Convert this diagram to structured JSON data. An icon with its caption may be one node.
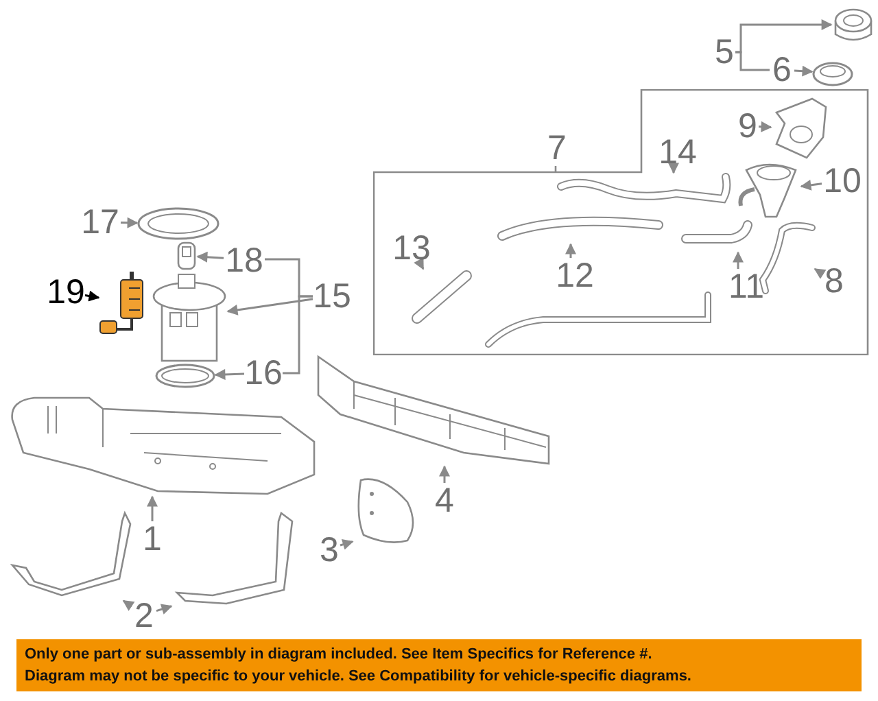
{
  "diagram": {
    "nodes": [
      {
        "text": [
          "17"
        ]
      },
      {
        "text": [],
        "shape": "picture"
      },
      {
        "text": [
          "18"
        ]
      },
      {
        "text": [],
        "shape": "picture"
      },
      {
        "text": [
          "19"
        ]
      },
      {
        "text": [],
        "shape": "picture"
      },
      {
        "text": [
          "15"
        ]
      },
      {
        "text": [],
        "shape": "picture"
      },
      {
        "text": [
          "16"
        ]
      },
      {
        "text": [],
        "shape": "picture"
      },
      {
        "text": [
          "5"
        ]
      },
      {
        "text": [],
        "shape": "picture"
      },
      {
        "text": [
          "6"
        ]
      },
      {
        "text": [],
        "shape": "picture"
      },
      {
        "text": [
          "7"
        ]
      },
      {
        "text": [
          "9"
        ],
        "in": 14
      },
      {
        "text": [],
        "shape": "picture",
        "in": 14
      },
      {
        "text": [
          "10"
        ],
        "in": 14
      },
      {
        "text": [],
        "shape": "picture",
        "in": 14
      },
      {
        "text": [
          "14"
        ],
        "in": 14
      },
      {
        "text": [],
        "shape": "picture",
        "in": 14
      },
      {
        "text": [
          "13"
        ],
        "in": 14
      },
      {
        "text": [],
        "shape": "picture",
        "in": 14
      },
      {
        "text": [
          "12"
        ],
        "in": 14
      },
      {
        "text": [],
        "shape": "picture",
        "in": 14
      },
      {
        "text": [
          "11"
        ],
        "in": 14
      },
      {
        "text": [],
        "shape": "picture",
        "in": 14
      },
      {
        "text": [
          "8"
        ],
        "in": 14
      },
      {
        "text": [],
        "shape": "picture",
        "in": 14
      },
      {
        "text": [],
        "shape": "picture"
      },
      {
        "text": [
          "1"
        ]
      },
      {
        "text": [],
        "shape": "picture"
      },
      {
        "text": [],
        "shape": "picture"
      },
      {
        "text": [
          "2"
        ]
      },
      {
        "text": [],
        "shape": "picture"
      },
      {
        "text": [
          "3"
        ]
      },
      {
        "text": [],
        "shape": "picture"
      },
      {
        "text": [
          "4"
        ]
      },
      {
        "text": [
          "Only one part or sub-assembly in diagram included. See Item Specifics for Reference #.",
          "Diagram may not be specific to your vehicle. See Compatibility for vehicle-specific diagrams."
        ]
      }
    ],
    "edges": [
      {
        "from": 0,
        "to": 1,
        "arrow": "to"
      },
      {
        "from": 2,
        "to": 3,
        "arrow": "to"
      },
      {
        "from": 4,
        "to": 5,
        "arrow": "to",
        "color": "#000000"
      },
      {
        "from": 6,
        "to": 7,
        "arrow": "to"
      },
      {
        "from": 6,
        "to": 2,
        "arrow": "none"
      },
      {
        "from": 6,
        "to": 8,
        "arrow": "none"
      },
      {
        "from": 8,
        "to": 9,
        "arrow": "to"
      },
      {
        "from": 10,
        "to": 11,
        "arrow": "to"
      },
      {
        "from": 10,
        "to": 12,
        "arrow": "none"
      },
      {
        "from": 12,
        "to": 13,
        "arrow": "to"
      },
      {
        "from": 15,
        "to": 16,
        "arrow": "to"
      },
      {
        "from": 17,
        "to": 18,
        "arrow": "to"
      },
      {
        "from": 19,
        "to": 20,
        "arrow": "to"
      },
      {
        "from": 21,
        "to": 22,
        "arrow": "to"
      },
      {
        "from": 23,
        "to": 24,
        "arrow": "to"
      },
      {
        "from": 25,
        "to": 26,
        "arrow": "to"
      },
      {
        "from": 27,
        "to": 28,
        "arrow": "to"
      },
      {
        "from": 30,
        "to": 29,
        "arrow": "to"
      },
      {
        "from": 33,
        "to": 31,
        "arrow": "to"
      },
      {
        "from": 33,
        "to": 32,
        "arrow": "to"
      },
      {
        "from": 35,
        "to": 34,
        "arrow": "to"
      },
      {
        "from": 37,
        "to": 36,
        "arrow": "to"
      }
    ]
  }
}
